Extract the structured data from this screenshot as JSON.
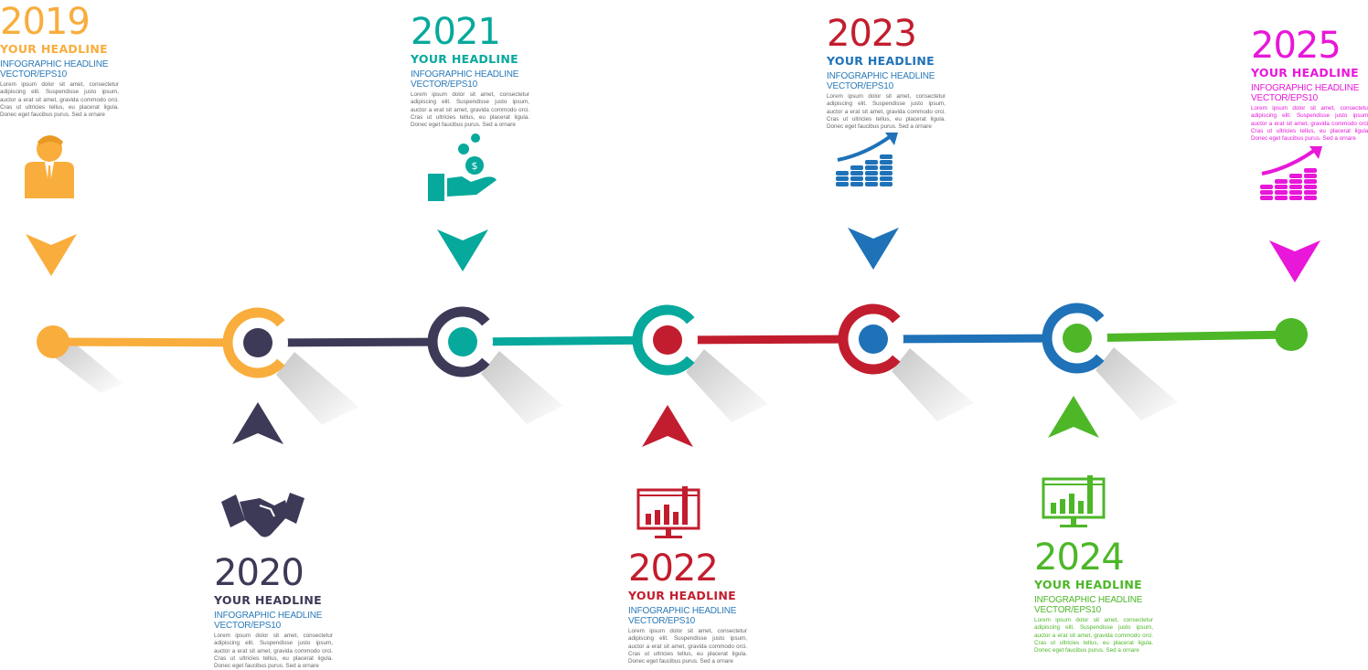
{
  "items": [
    {
      "year": "2019",
      "headline": "YOUR HEADLINE",
      "subtitle": "INFOGRAPHIC HEADLINE",
      "subtitle2": "VECTOR/EPS10",
      "body": "Lorem ipsum dolor sit amet, consectetur adipiscing elit. Suspendisse justo ipsum, auctor a erat sit amet, gravida commodo orci. Cras ut ultricies tellus, eu placerat ligula. Donec eget faucibus purus. Sed a ornare",
      "color": "#f9ad3c",
      "subcolor": "#2a7ab8",
      "icon": "businessman-icon"
    },
    {
      "year": "2020",
      "headline": "YOUR HEADLINE",
      "subtitle": "INFOGRAPHIC HEADLINE",
      "subtitle2": "VECTOR/EPS10",
      "body": "Lorem ipsum dolor sit amet, consectetur adipiscing elit. Suspendisse justo ipsum, auctor a erat sit amet, gravida commodo orci. Cras ut ultricies tellus, eu placerat ligula. Donec eget faucibus purus. Sed a ornare",
      "color": "#3d3a57",
      "subcolor": "#2a7ab8",
      "icon": "handshake-icon"
    },
    {
      "year": "2021",
      "headline": "YOUR HEADLINE",
      "subtitle": "INFOGRAPHIC HEADLINE",
      "subtitle2": "VECTOR/EPS10",
      "body": "Lorem ipsum dolor sit amet, consectetur adipiscing elit. Suspendisse justo ipsum, auctor a erat sit amet, gravida commodo orci. Cras ut ultricies tellus, eu placerat ligula. Donec eget faucibus purus. Sed a ornare",
      "color": "#06a99c",
      "subcolor": "#2a7ab8",
      "icon": "hand-coins-icon"
    },
    {
      "year": "2022",
      "headline": "YOUR HEADLINE",
      "subtitle": "INFOGRAPHIC HEADLINE",
      "subtitle2": "VECTOR/EPS10",
      "body": "Lorem ipsum dolor sit amet, consectetur adipiscing elit. Suspendisse justo ipsum, auctor a erat sit amet, gravida commodo orci. Cras ut ultricies tellus, eu placerat ligula. Donec eget faucibus purus. Sed a ornare",
      "color": "#c21d2e",
      "subcolor": "#2a7ab8",
      "icon": "monitor-chart-icon"
    },
    {
      "year": "2023",
      "headline": "YOUR HEADLINE",
      "subtitle": "INFOGRAPHIC HEADLINE",
      "subtitle2": "VECTOR/EPS10",
      "body": "Lorem ipsum dolor sit amet, consectetur adipiscing elit. Suspendisse justo ipsum, auctor a erat sit amet, gravida commodo orci. Cras ut ultricies tellus, eu placerat ligula. Donec eget faucibus purus. Sed a ornare",
      "color": "#c21d2e",
      "headcolor": "#1f72b8",
      "subcolor": "#2a7ab8",
      "icon": "coins-growth-icon"
    },
    {
      "year": "2024",
      "headline": "YOUR HEADLINE",
      "subtitle": "INFOGRAPHIC HEADLINE",
      "subtitle2": "VECTOR/EPS10",
      "body": "Lorem ipsum dolor sit amet, consectetur adipiscing elit. Suspendisse justo ipsum, auctor a erat sit amet, gravida commodo orci. Cras ut ultricies tellus, eu placerat ligula. Donec eget faucibus purus. Sed a ornare",
      "color": "#4db728",
      "subcolor": "#4db728",
      "icon": "monitor-chart-icon"
    },
    {
      "year": "2025",
      "headline": "YOUR HEADLINE",
      "subtitle": "INFOGRAPHIC HEADLINE",
      "subtitle2": "VECTOR/EPS10",
      "body": "Lorem ipsum dolor sit amet, consectetur adipiscing elit. Suspendisse justo ipsum, auctor a erat sit amet, gravida commodo orci. Cras ut ultricies tellus, eu placerat ligula. Donec eget faucibus purus. Sed a ornare",
      "color": "#e817d9",
      "subcolor": "#e817d9",
      "icon": "coins-growth-icon"
    }
  ],
  "timeline_colors": [
    "#f9ad3c",
    "#3d3a57",
    "#06a99c",
    "#c21d2e",
    "#1f72b8",
    "#4db728"
  ]
}
